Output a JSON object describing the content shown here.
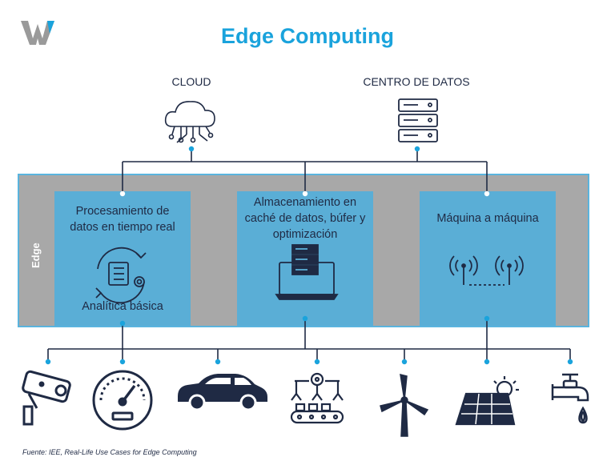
{
  "title": "Edge Computing",
  "logo": "W",
  "top": {
    "cloud_label": "CLOUD",
    "datacenter_label": "CENTRO DE DATOS"
  },
  "edge_label": "Edge",
  "boxes": [
    {
      "title": "Procesamiento de datos en tiempo real",
      "sub": "Analítica básica",
      "icon": "gear-processing-icon"
    },
    {
      "title": "Almacenamiento en caché de datos, búfer y optimización",
      "icon": "server-laptop-icon"
    },
    {
      "title": "Máquina a máquina",
      "icon": "m2m-antennas-icon"
    }
  ],
  "devices": [
    "security-camera-icon",
    "speedometer-icon",
    "car-icon",
    "robotic-factory-icon",
    "wind-turbine-icon",
    "solar-panel-icon",
    "water-tap-icon"
  ],
  "colors": {
    "accent": "#1aa3dc",
    "box": "#5aaed6",
    "band": "#a8a8a8",
    "ink": "#1f2a44"
  },
  "source": "Fuente: IEE, Real-Life Use Cases for Edge Computing"
}
